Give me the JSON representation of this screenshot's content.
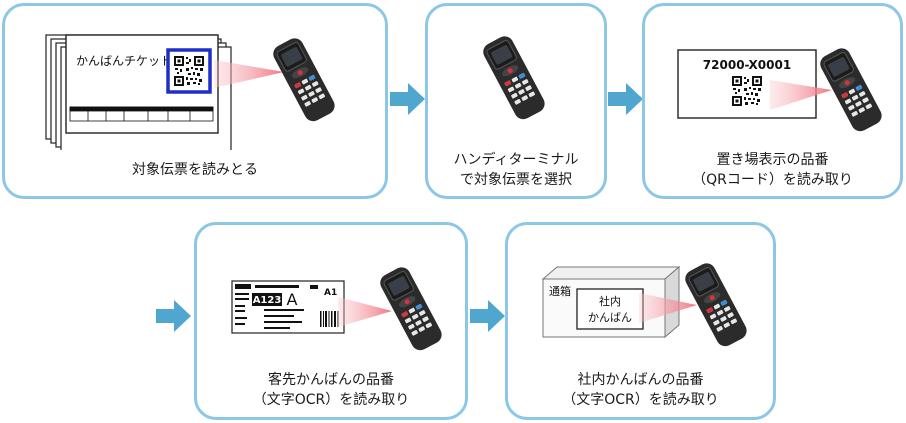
{
  "steps": [
    {
      "caption": [
        "対象伝票を読みとる"
      ],
      "ticket_title": "かんばんチケット"
    },
    {
      "caption": [
        "ハンディターミナル",
        "で対象伝票を選択"
      ]
    },
    {
      "caption": [
        "置き場表示の品番",
        "（QRコード）を読み取り"
      ],
      "code_text": "72000-X0001"
    },
    {
      "caption": [
        "客先かんばんの品番",
        "（文字OCR）を読み取り"
      ],
      "label_code": "A123",
      "label_letter": "A",
      "label_corner": "A1"
    },
    {
      "caption": [
        "社内かんばんの品番",
        "（文字OCR）を読み取り"
      ],
      "box_label": "通箱",
      "card_lines": [
        "社内",
        "かんばん"
      ]
    }
  ],
  "colors": {
    "border": "#8cc8e6",
    "arrow": "#4fa7cf",
    "beam": "#f4a0a8",
    "qr_frame": "#1e2fc8"
  }
}
